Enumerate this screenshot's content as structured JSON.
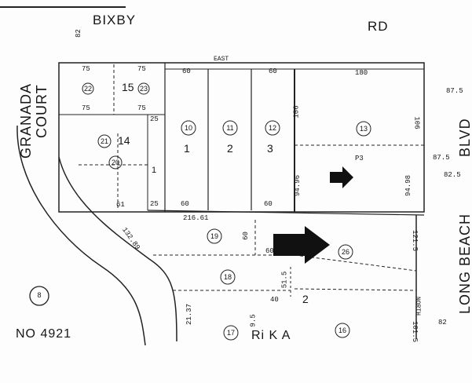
{
  "streets": {
    "bixby": "BIXBY",
    "rd": "RD",
    "granada": "GRANADA",
    "court": "COURT",
    "long_beach": "LONG BEACH",
    "blvd": "BLVD",
    "east": "EAST",
    "north": "NORTH"
  },
  "map_number": "NO 4921",
  "bottom_label": "Ri K A",
  "lots": [
    "1",
    "2",
    "3",
    "14",
    "15",
    "1",
    "2"
  ],
  "parcels": [
    "10",
    "11",
    "12",
    "13",
    "19",
    "26",
    "18",
    "17",
    "16",
    "20",
    "21",
    "22",
    "23",
    "8"
  ],
  "dimensions": {
    "top_75a": "75",
    "top_75b": "75",
    "top_60a": "60",
    "top_60b": "60",
    "top_180": "180",
    "mid_75a": "75",
    "mid_75b": "75",
    "d_25a": "25",
    "d_25b": "25",
    "d_60c": "60",
    "d_60d": "60",
    "d_60e": "60",
    "d_60f": "60",
    "d_21661": "216.61",
    "d_13289": "132.89",
    "d_9496": "94.96",
    "d_9498": "94.98",
    "d_106a": "106",
    "d_106b": "106",
    "d_1215": "121.5",
    "d_1015": "101.5",
    "d_875a": "87.5",
    "d_875b": "87.5",
    "d_825": "82.5",
    "d_82": "82",
    "d_515": "51.5",
    "d_95": "9.5",
    "d_40": "40",
    "d_61": "61",
    "d_2137": "21.37"
  },
  "notes": {
    "n1": "P3",
    "n2": "82"
  }
}
